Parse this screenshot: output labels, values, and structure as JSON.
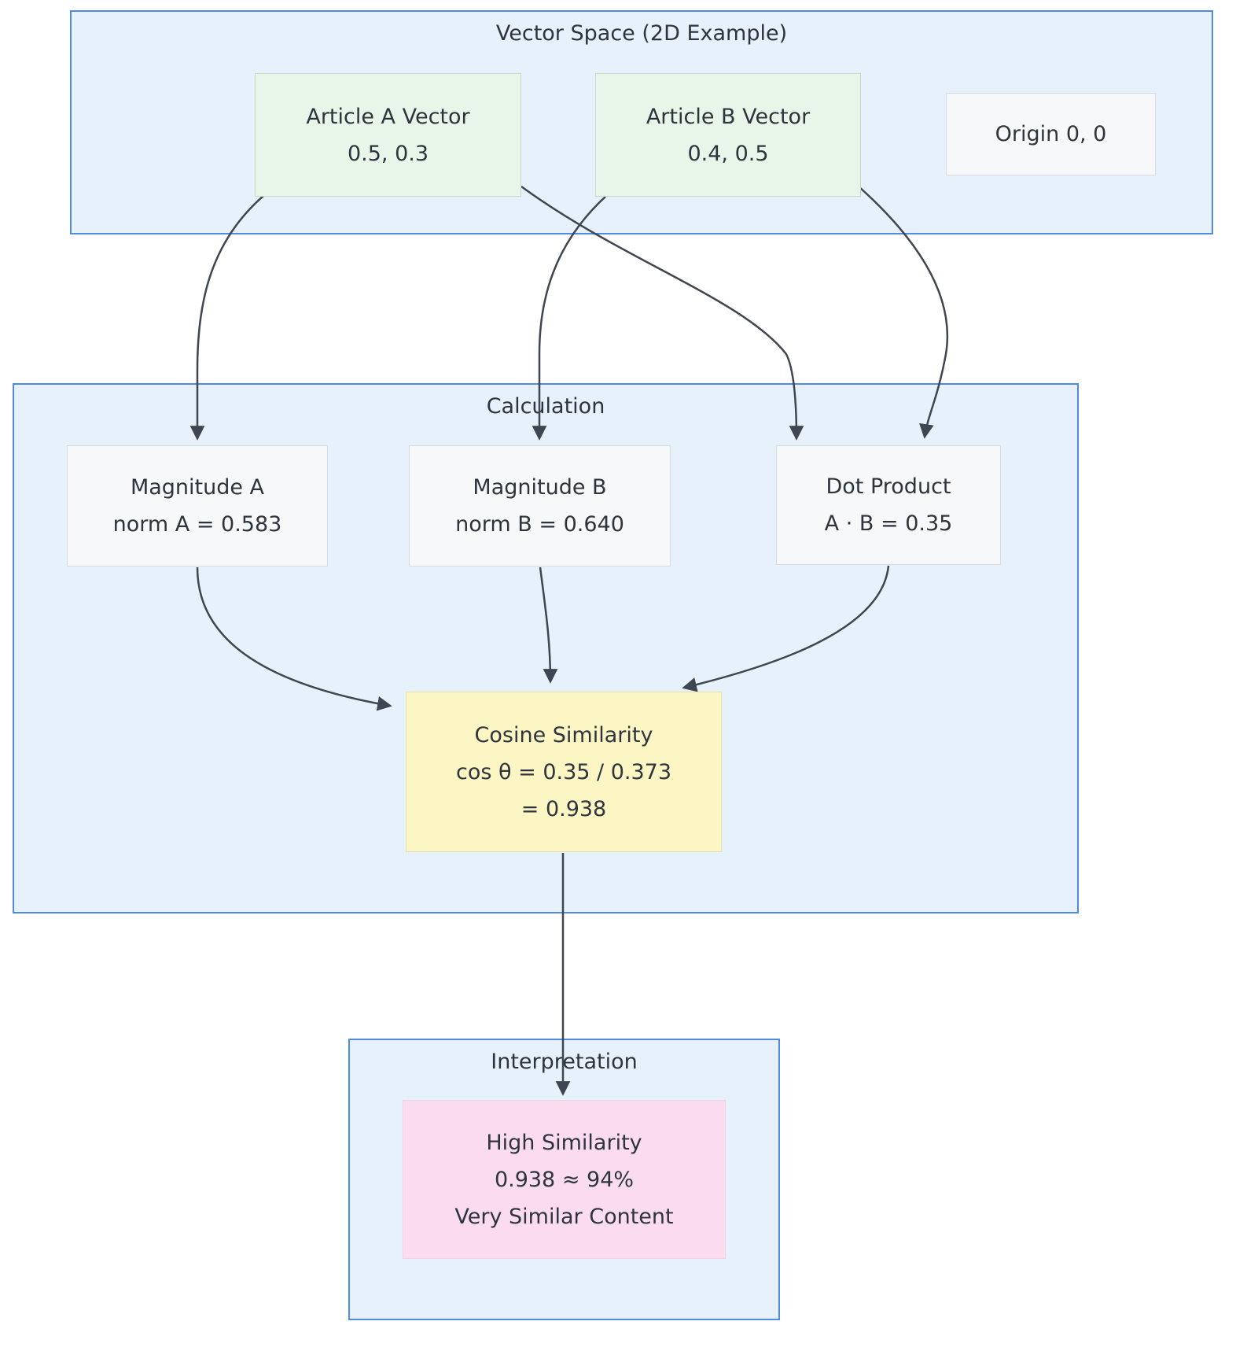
{
  "diagram": {
    "kind": "flowchart",
    "containers": {
      "vector_space": {
        "label": "Vector Space (2D Example)"
      },
      "calculation": {
        "label": "Calculation"
      },
      "interpretation": {
        "label": "Interpretation"
      }
    },
    "nodes": {
      "article_a": {
        "title": "Article A Vector",
        "value": "0.5, 0.3"
      },
      "article_b": {
        "title": "Article B Vector",
        "value": "0.4, 0.5"
      },
      "origin": {
        "title": "Origin 0, 0"
      },
      "magnitude_a": {
        "title": "Magnitude A",
        "value": "norm A = 0.583"
      },
      "magnitude_b": {
        "title": "Magnitude B",
        "value": "norm B = 0.640"
      },
      "dot_product": {
        "title": "Dot Product",
        "value": "A · B = 0.35"
      },
      "cosine_similarity": {
        "title": "Cosine Similarity",
        "value": "cos θ = 0.35 / 0.373",
        "value2": "= 0.938"
      },
      "high_similarity": {
        "title": "High Similarity",
        "value": "0.938 ≈ 94%",
        "value2": "Very Similar Content"
      }
    },
    "edges": [
      {
        "from": "article_a",
        "to": "magnitude_a"
      },
      {
        "from": "article_a",
        "to": "dot_product"
      },
      {
        "from": "article_b",
        "to": "magnitude_b"
      },
      {
        "from": "article_b",
        "to": "dot_product"
      },
      {
        "from": "magnitude_a",
        "to": "cosine_similarity"
      },
      {
        "from": "magnitude_b",
        "to": "cosine_similarity"
      },
      {
        "from": "dot_product",
        "to": "cosine_similarity"
      },
      {
        "from": "cosine_similarity",
        "to": "high_similarity"
      }
    ],
    "colors": {
      "cluster_fill": "#e6f1fc",
      "cluster_border": "#4e8ae6",
      "node_green": "#e8f5e9",
      "node_gray": "#f7f8fa",
      "node_yellow": "#fcf6c5",
      "node_pink": "#fbdcef",
      "text": "#2e343c",
      "arrow": "#3f4650"
    }
  }
}
